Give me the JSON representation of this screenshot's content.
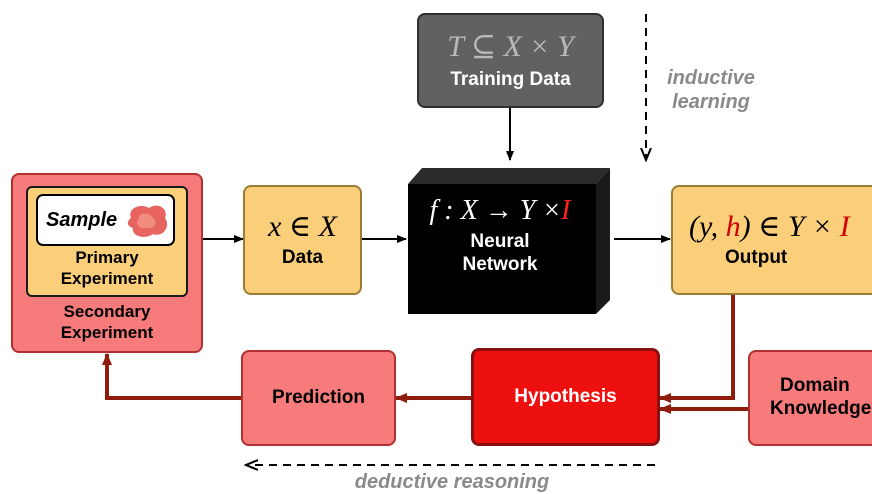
{
  "training": {
    "math": "T ⊆ X × Y",
    "label": "Training Data"
  },
  "inductive": {
    "line1": "inductive",
    "line2": "learning"
  },
  "secondary": {
    "label_line1": "Secondary",
    "label_line2": "Experiment"
  },
  "primary": {
    "label_line1": "Primary",
    "label_line2": "Experiment"
  },
  "sample": {
    "label": "Sample"
  },
  "data": {
    "math": "x ∈ X",
    "label": "Data"
  },
  "network": {
    "math_main": "f : X → Y ×",
    "math_accent": "I",
    "label_line1": "Neural",
    "label_line2": "Network"
  },
  "output": {
    "math_pre": "(y, ",
    "math_h": "h",
    "math_mid": ") ∈ Y × ",
    "math_I": "I",
    "label": "Output"
  },
  "prediction": {
    "label": "Prediction"
  },
  "hypothesis": {
    "label": "Hypothesis"
  },
  "domain": {
    "label_line1": "Domain",
    "label_line2": "Knowledge"
  },
  "deductive": {
    "label": "deductive reasoning"
  },
  "colors": {
    "yellow": "#fbcf7a",
    "salmon": "#f77b7b",
    "red": "#ee0f0f",
    "darkred": "#8f1c0c",
    "gray": "#616161"
  }
}
